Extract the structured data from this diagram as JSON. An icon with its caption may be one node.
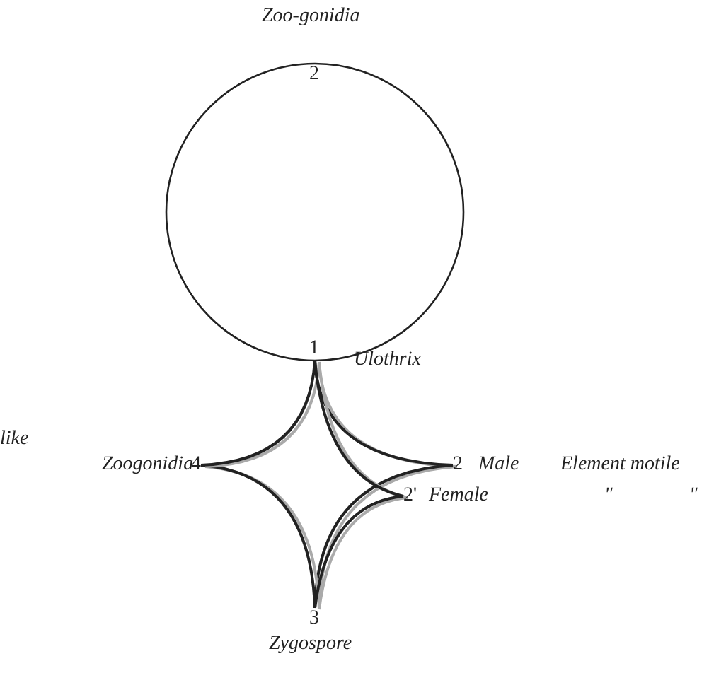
{
  "diagram": {
    "nodes": [
      {
        "text": [
          "1"
        ],
        "beside": [
          "Ulothrix"
        ]
      },
      {
        "text": [
          "2"
        ],
        "beside": [
          "Zoo-gonidia"
        ]
      },
      {
        "text": [
          "2"
        ],
        "beside": [
          "Male",
          "Element motile"
        ]
      },
      {
        "text": [
          "2'"
        ],
        "beside": [
          "Female"
        ]
      },
      {
        "text": [
          "3"
        ],
        "beside": [
          "Zygospore"
        ]
      },
      {
        "text": [
          "4"
        ],
        "beside": [
          "Zoogonidia"
        ]
      }
    ],
    "edges": [
      {
        "from": 0,
        "to": 1,
        "arrow": "none"
      },
      {
        "from": 1,
        "to": 0,
        "arrow": "none"
      },
      {
        "from": 0,
        "to": 2,
        "arrow": "none"
      },
      {
        "from": 2,
        "to": 4,
        "arrow": "none"
      },
      {
        "from": 4,
        "to": 5,
        "arrow": "none"
      },
      {
        "from": 5,
        "to": 0,
        "arrow": "none"
      },
      {
        "from": 0,
        "to": 3,
        "arrow": "none"
      },
      {
        "from": 3,
        "to": 4,
        "arrow": "none"
      }
    ],
    "labels": [
      "like",
      "\"",
      "\""
    ]
  }
}
